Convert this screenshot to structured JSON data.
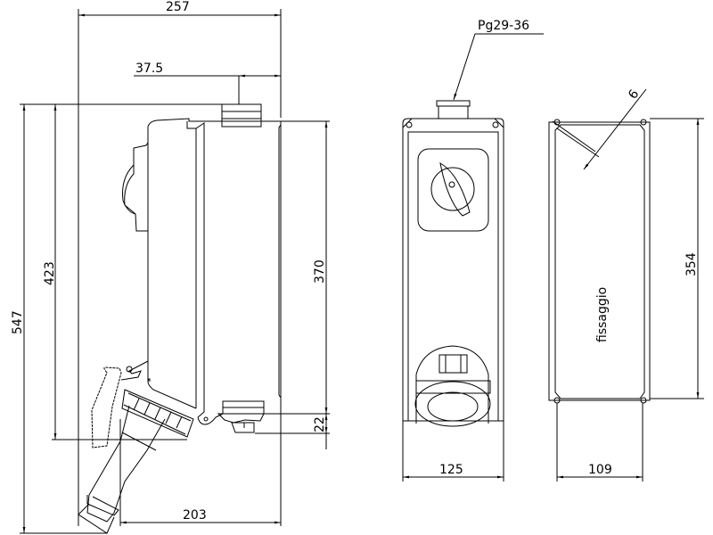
{
  "drawing": {
    "side_view": {
      "overall_width": "257",
      "gland_offset": "37.5",
      "total_height": "547",
      "socket_height": "423",
      "body_height": "370",
      "bottom_gland": "22",
      "depth": "203"
    },
    "front_view": {
      "gland_label": "Pg29-36",
      "width": "125"
    },
    "mounting_view": {
      "hole_diameter": "6",
      "label": "fissaggio",
      "height": "354",
      "width": "109"
    }
  }
}
